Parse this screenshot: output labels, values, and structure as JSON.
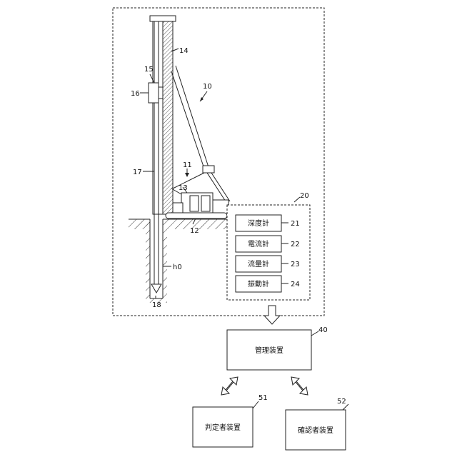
{
  "labels": {
    "rig": "10",
    "base_machine": "11",
    "ground": "12",
    "cabin": "13",
    "leader": "14",
    "motor_top": "15",
    "motor": "16",
    "rod": "17",
    "bit": "18",
    "depth_marker": "h0",
    "sensor_group": "20",
    "sensor_depth": "21",
    "sensor_current": "22",
    "sensor_flow": "23",
    "sensor_vibration": "24",
    "management": "40",
    "judge": "51",
    "confirm": "52"
  },
  "boxes": {
    "sensor_depth": "深度計",
    "sensor_current": "電流計",
    "sensor_flow": "流量計",
    "sensor_vibration": "振動計",
    "management": "管理装置",
    "judge": "判定者装置",
    "confirm": "確認者装置"
  },
  "colors": {
    "line": "#222222",
    "hatch": "#555555"
  }
}
